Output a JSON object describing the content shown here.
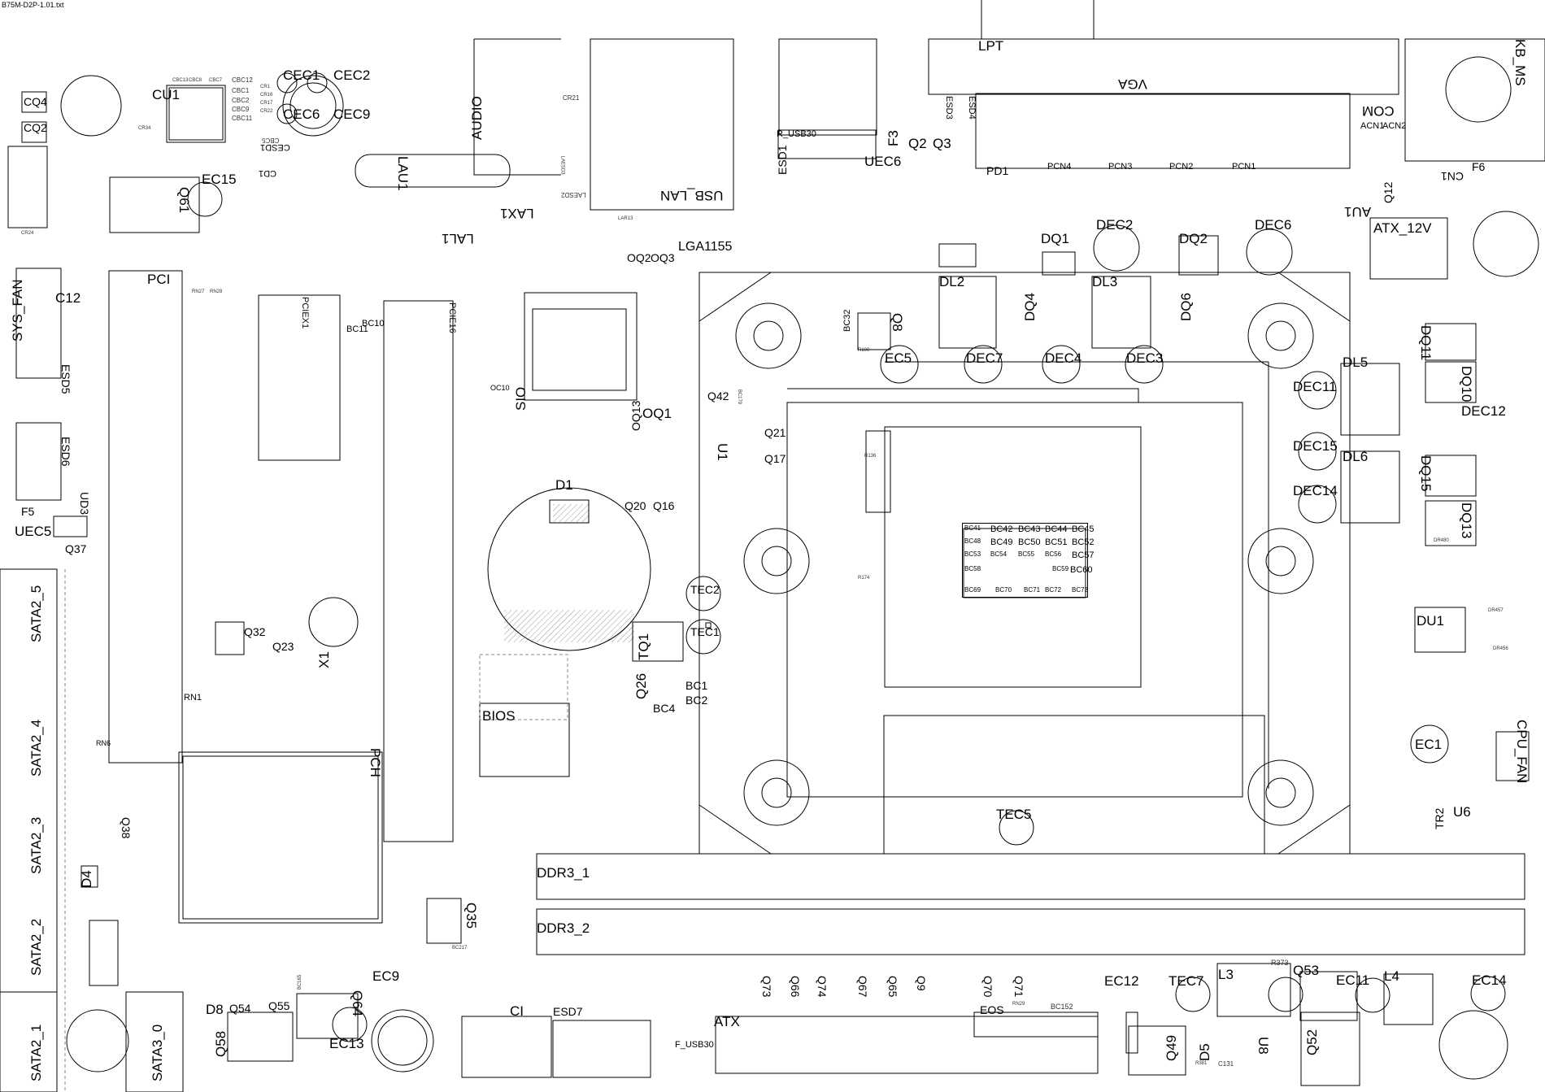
{
  "file_title": "B75M-D2P-1.01.txt",
  "connectors": {
    "lpt": "LPT",
    "vga": "VGA",
    "com": "COM",
    "kb_ms": "KB_MS",
    "audio": "AUDIO",
    "usb_lan": "USB_LAN",
    "r_usb30": "R_USB30",
    "lga1155": "LGA1155",
    "atx_12v": "ATX_12V",
    "atx": "ATX",
    "f_usb30": "F_USB30",
    "ddr3_1": "DDR3_1",
    "ddr3_2": "DDR3_2",
    "pci": "PCI",
    "pcie16": "PCIE16",
    "pciex1": "PCIEX1",
    "sys_fan": "SYS_FAN",
    "cpu_fan": "CPU_FAN",
    "sata2_5": "SATA2_5",
    "sata2_4": "SATA2_4",
    "sata2_3": "SATA2_3",
    "sata2_2": "SATA2_2",
    "sata2_1": "SATA2_1",
    "sata3_0": "SATA3_0",
    "bios": "BIOS",
    "pch": "PCH",
    "sio": "SIO",
    "ci": "CI"
  },
  "components": {
    "cq4": "CQ4",
    "cq2": "CQ2",
    "cu1": "CU1",
    "cec1": "CEC1",
    "cec2": "CEC2",
    "cec6": "CEC6",
    "cec9": "CEC9",
    "lau1": "LAU1",
    "lax1": "LAX1",
    "lal1": "LAL1",
    "ec15": "EC15",
    "q61": "Q61",
    "esd1": "ESD1",
    "uec6": "UEC6",
    "f3": "F3",
    "q2": "Q2",
    "q3": "Q3",
    "esd3": "ESD3",
    "esd4": "ESD4",
    "pd1": "PD1",
    "pcn4": "PCN4",
    "pcn3": "PCN3",
    "pcn2": "PCN2",
    "pcn1": "PCN1",
    "acn1": "ACN1",
    "acn2": "ACN2",
    "au1": "AU1",
    "q12": "Q12",
    "cn1": "CN1",
    "f6": "F6",
    "oq2": "OQ2",
    "oq3": "OQ3",
    "dq1": "DQ1",
    "dec2": "DEC2",
    "dq2": "DQ2",
    "dec6": "DEC6",
    "dl2": "DL2",
    "dl3": "DL3",
    "dq4": "DQ4",
    "dq6": "DQ6",
    "q8": "Q8",
    "bc32": "BC32",
    "ec5": "EC5",
    "dec7": "DEC7",
    "dec4": "DEC4",
    "dec3": "DEC3",
    "dl5": "DL5",
    "dq11": "DQ11",
    "dq10": "DQ10",
    "dec12": "DEC12",
    "dec11": "DEC11",
    "dec15": "DEC15",
    "dl6": "DL6",
    "dq15": "DQ15",
    "dec14": "DEC14",
    "dq13": "DQ13",
    "du1": "DU1",
    "ec1": "EC1",
    "u6": "U6",
    "tr2": "TR2",
    "c12": "C12",
    "esd5": "ESD5",
    "esd6": "ESD6",
    "f5": "F5",
    "ud3": "UD3",
    "uec5": "UEC5",
    "q37": "Q37",
    "bc10": "BC10",
    "bc11": "BC11",
    "oc10": "OC10",
    "oq13": "OQ13",
    "oq1": "OQ1",
    "q42": "Q42",
    "q21": "Q21",
    "q17": "Q17",
    "u1": "U1",
    "d1": "D1",
    "q20": "Q20",
    "q16": "Q16",
    "tec2": "TEC2",
    "tec1": "TEC1",
    "tq1": "TQ1",
    "q26": "Q26",
    "bc1": "BC1",
    "bc2": "BC2",
    "bc4": "BC4",
    "q32": "Q32",
    "q23": "Q23",
    "x1": "X1",
    "rn1": "RN1",
    "rn6": "RN6",
    "q38": "Q38",
    "d4": "D4",
    "d8": "D8",
    "q54": "Q54",
    "q55": "Q55",
    "q64": "Q64",
    "q58": "Q58",
    "ec13": "EC13",
    "ec9": "EC9",
    "q35": "Q35",
    "esd7": "ESD7",
    "tec5": "TEC5",
    "q73": "Q73",
    "q66": "Q66",
    "q74": "Q74",
    "q67": "Q67",
    "q65": "Q65",
    "q9": "Q9",
    "q70": "Q70",
    "q71": "Q71",
    "eos": "EOS",
    "ec12": "EC12",
    "tec7": "TEC7",
    "l3": "L3",
    "q53": "Q53",
    "ec11": "EC11",
    "l4": "L4",
    "ec14": "EC14",
    "q49": "Q49",
    "u8": "U8",
    "q52": "Q52",
    "d5": "D5",
    "cd1": "CD1",
    "cesd1": "CESD1"
  },
  "bc_grid": [
    "BC41",
    "BC42",
    "BC43",
    "BC44",
    "BC45",
    "BC48",
    "BC49",
    "BC50",
    "BC51",
    "BC52",
    "BC53",
    "BC54",
    "BC55",
    "BC56",
    "BC57",
    "BC58",
    "BC59",
    "BC60",
    "BC69",
    "BC70",
    "BC71",
    "BC72",
    "BC73"
  ],
  "small_labels": {
    "cbc": [
      "CBC13",
      "CBC8",
      "CBC7",
      "CBC12",
      "CBC1",
      "CBC2",
      "CBC9",
      "CBC11",
      "CBC5"
    ],
    "cr": [
      "CR1",
      "CR16",
      "CR17",
      "CR22",
      "CR34",
      "CR21",
      "CR24"
    ],
    "misc": [
      "LAR13",
      "LAESD3",
      "LAESD2",
      "RN27",
      "RN28",
      "R136",
      "R174",
      "R100",
      "BC179",
      "R373",
      "C131",
      "R381",
      "BC152",
      "BC165",
      "BC217",
      "RN29",
      "DR480",
      "DR457",
      "DR456"
    ]
  }
}
